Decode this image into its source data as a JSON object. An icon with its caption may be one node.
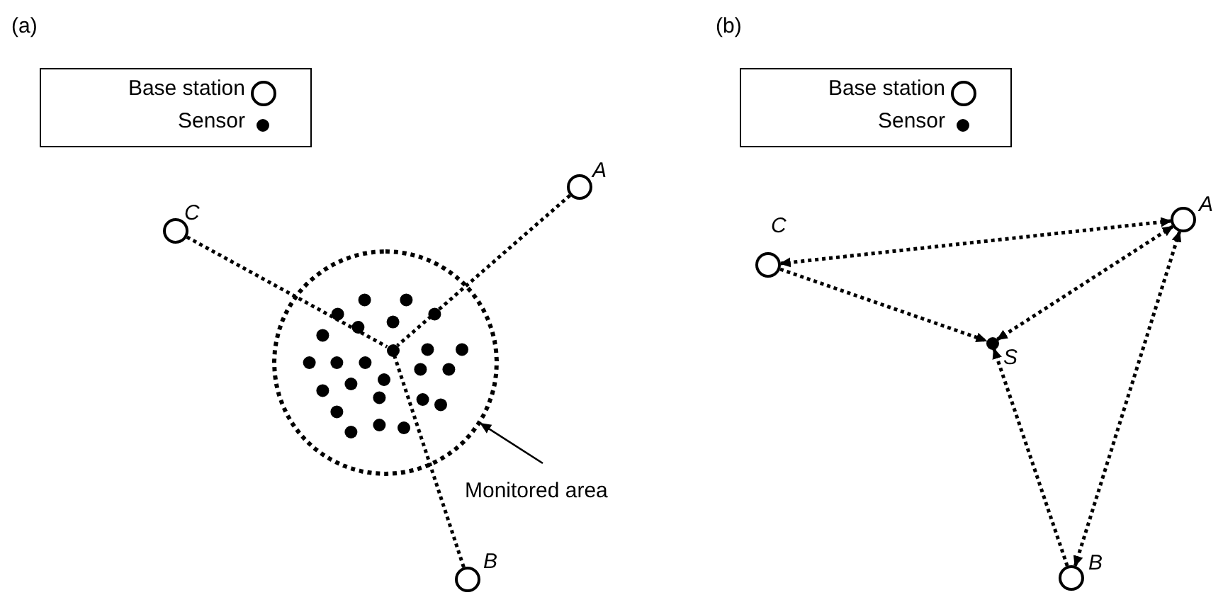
{
  "diagram": {
    "nodes": [
      {
        "text": [],
        "shape": "circle",
        "beside": [
          "C"
        ]
      },
      {
        "text": [],
        "shape": "circle",
        "beside": [
          "A"
        ]
      },
      {
        "text": [],
        "shape": "circle",
        "in": 4
      },
      {
        "text": [],
        "shape": "circle",
        "beside": [
          "B"
        ]
      },
      {
        "text": [],
        "shape": "circle"
      },
      {
        "text": [
          "Monitored area"
        ]
      },
      {
        "text": [],
        "shape": "circle",
        "beside": [
          "C"
        ]
      },
      {
        "text": [],
        "shape": "circle",
        "beside": [
          "A"
        ]
      },
      {
        "text": [],
        "shape": "circle",
        "beside": [
          "S"
        ]
      },
      {
        "text": [],
        "shape": "circle",
        "beside": [
          "B"
        ]
      }
    ],
    "edges": [
      {
        "from": 0,
        "to": 2,
        "arrow": "none",
        "style": "dashed"
      },
      {
        "from": 1,
        "to": 2,
        "arrow": "none",
        "style": "dashed"
      },
      {
        "from": 3,
        "to": 2,
        "arrow": "none",
        "style": "dashed"
      },
      {
        "from": 5,
        "to": 4,
        "arrow": "to"
      },
      {
        "from": 7,
        "to": 6,
        "arrow": "both",
        "style": "dashed"
      },
      {
        "from": 6,
        "to": 8,
        "arrow": "to",
        "style": "dashed"
      },
      {
        "from": 7,
        "to": 8,
        "arrow": "both",
        "style": "dashed"
      },
      {
        "from": 9,
        "to": 8,
        "arrow": "to",
        "style": "dashed"
      },
      {
        "from": 7,
        "to": 9,
        "arrow": "both",
        "style": "dashed"
      }
    ],
    "labels": [
      "(a)",
      "(b)"
    ],
    "legend": [
      {
        "text": "Base station"
      },
      {
        "text": "Sensor"
      },
      {
        "text": "Base station"
      },
      {
        "text": "Sensor"
      }
    ]
  }
}
